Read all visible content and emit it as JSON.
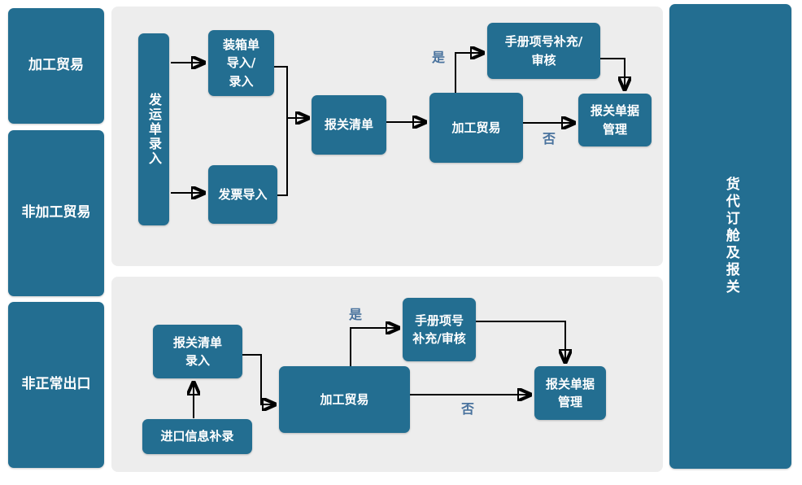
{
  "colors": {
    "box": "#236E91",
    "panel": "#EDEDED",
    "arrow": "#000000",
    "decision": "#4A739E",
    "boxtext": "#FFFFFF"
  },
  "left_rail": {
    "items": [
      {
        "label": "加工贸易"
      },
      {
        "label": "非加工贸易"
      },
      {
        "label": "非正常出口"
      }
    ]
  },
  "right_rail": {
    "label": "货代订舱及报关"
  },
  "flow_top": {
    "nodes": {
      "shipping_entry": "发运单录入",
      "packing_list": "装箱单\n导入/\n录入",
      "invoice_import": "发票导入",
      "customs_list": "报关清单",
      "processing_trade": "加工贸易",
      "manual_item": "手册项号补充/\n审核",
      "customs_doc_mgmt": "报关单据\n管理"
    },
    "labels": {
      "yes": "是",
      "no": "否"
    }
  },
  "flow_bottom": {
    "nodes": {
      "customs_list_entry": "报关清单\n录入",
      "import_info_entry": "进口信息补录",
      "processing_trade": "加工贸易",
      "manual_item": "手册项号\n补充/审核",
      "customs_doc_mgmt": "报关单据\n管理"
    },
    "labels": {
      "yes": "是",
      "no": "否"
    }
  }
}
